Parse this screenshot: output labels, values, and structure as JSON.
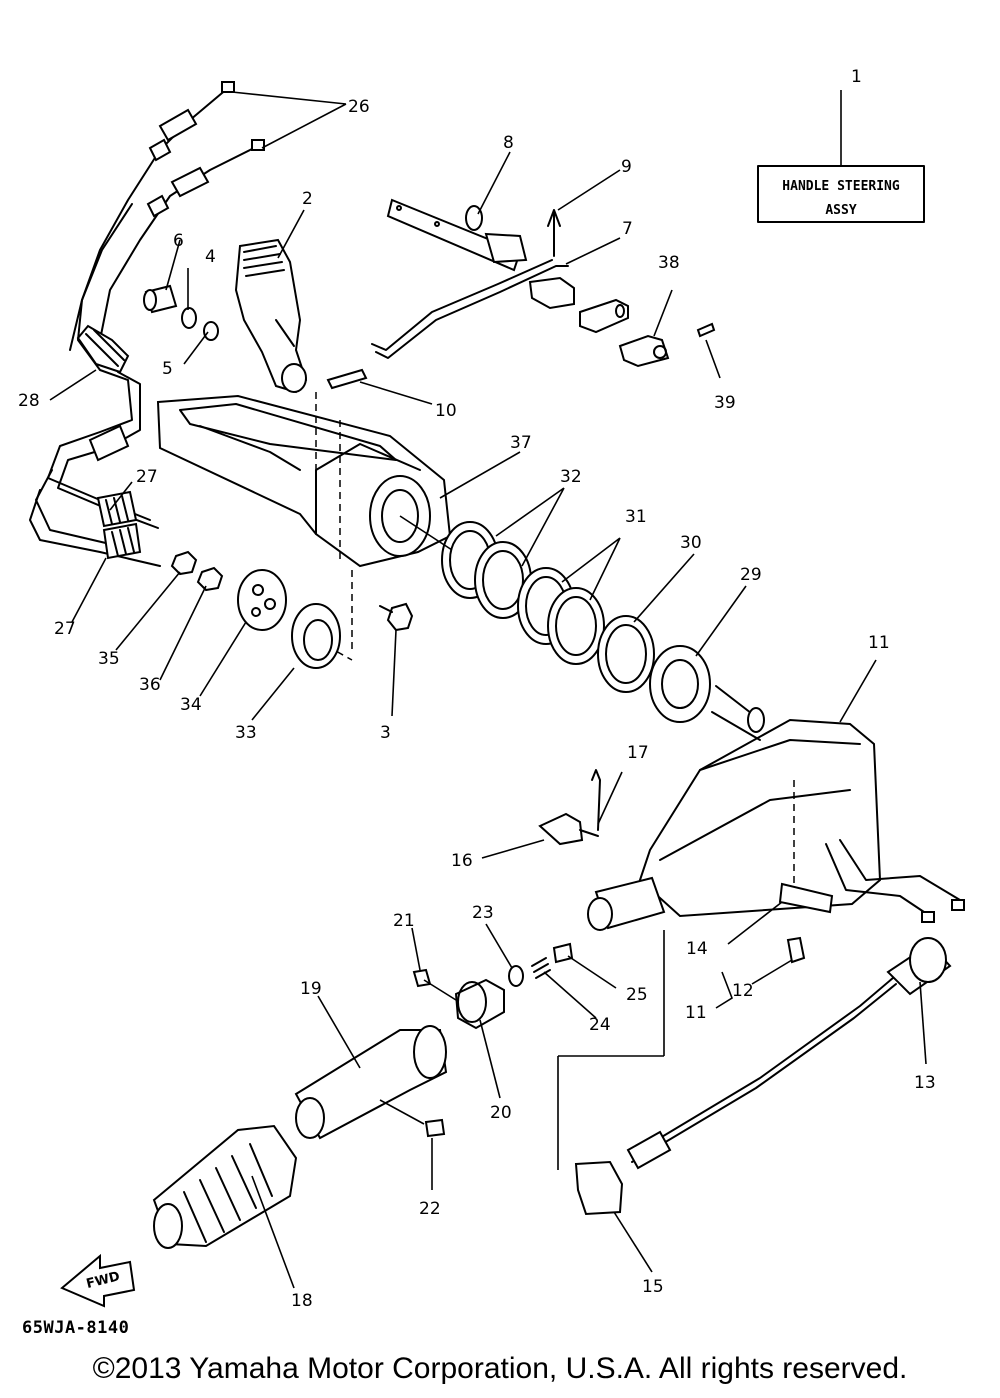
{
  "title_box": {
    "line1": "HANDLE STEERING",
    "line2": "ASSY"
  },
  "callouts": {
    "n1": "1",
    "n2": "2",
    "n3": "3",
    "n4": "4",
    "n5": "5",
    "n6": "6",
    "n7": "7",
    "n8": "8",
    "n9": "9",
    "n10": "10",
    "n11a": "11",
    "n11b": "11",
    "n12": "12",
    "n13": "13",
    "n14": "14",
    "n15": "15",
    "n16": "16",
    "n17": "17",
    "n18": "18",
    "n19": "19",
    "n20": "20",
    "n21": "21",
    "n22": "22",
    "n23": "23",
    "n24": "24",
    "n25": "25",
    "n26": "26",
    "n27a": "27",
    "n27b": "27",
    "n28": "28",
    "n29": "29",
    "n30": "30",
    "n31": "31",
    "n32": "32",
    "n33": "33",
    "n34": "34",
    "n35": "35",
    "n36": "36",
    "n37": "37",
    "n38": "38",
    "n39": "39"
  },
  "fwd_label": "FWD",
  "drawing_code": "65WJA-8140",
  "copyright": "©2013 Yamaha Motor Corporation, U.S.A. All rights reserved."
}
